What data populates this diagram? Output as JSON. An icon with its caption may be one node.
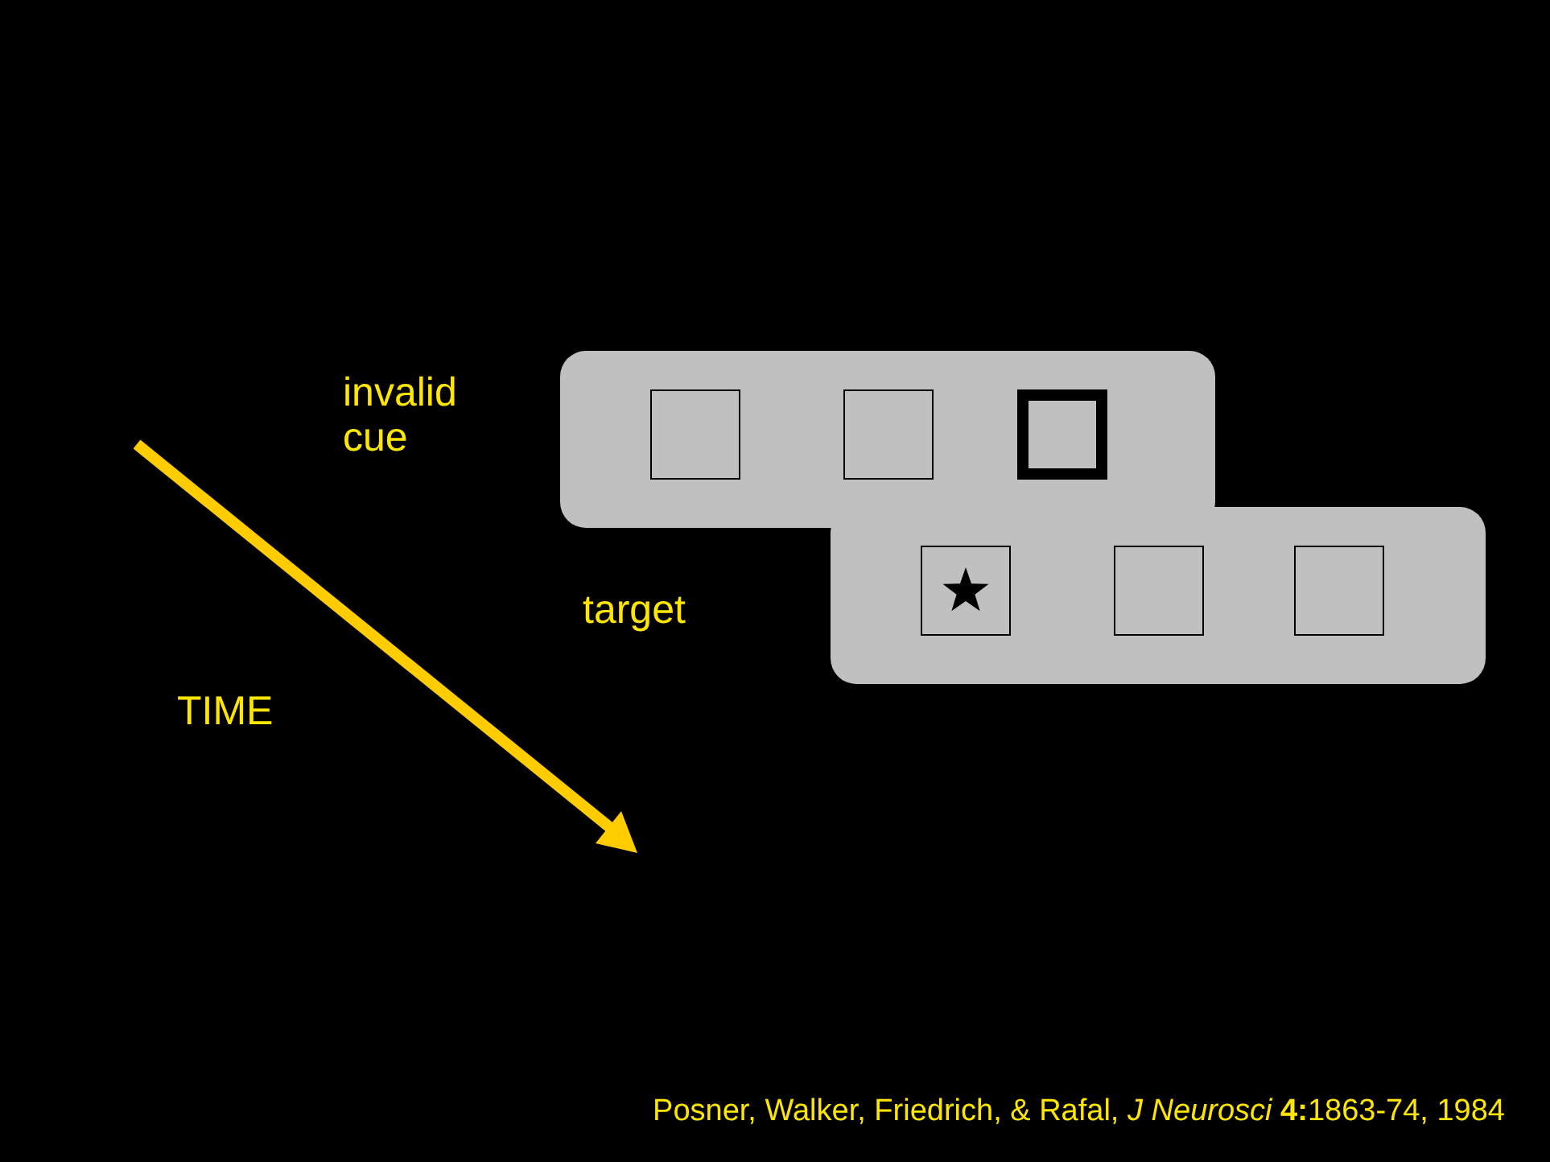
{
  "diagram": {
    "caption": "Posner, Walker, Friedrich, & Rafal, *J Neurosci* **4:**1863-74, 1984",
    "nodes": [
      {
        "text": [],
        "shape": "box",
        "beside": [
          "invalid cue"
        ]
      },
      {
        "text": [],
        "shape": "box",
        "in": 0
      },
      {
        "text": [],
        "shape": "box",
        "in": 0
      },
      {
        "text": [],
        "shape": "box",
        "in": 0
      },
      {
        "text": [],
        "shape": "box",
        "beside": [
          "target"
        ]
      },
      {
        "text": [],
        "shape": "box",
        "in": 4
      },
      {
        "text": [],
        "shape": "box",
        "in": 4
      },
      {
        "text": [],
        "shape": "box",
        "in": 4
      }
    ],
    "edges": [],
    "labels": [
      "TIME"
    ]
  }
}
